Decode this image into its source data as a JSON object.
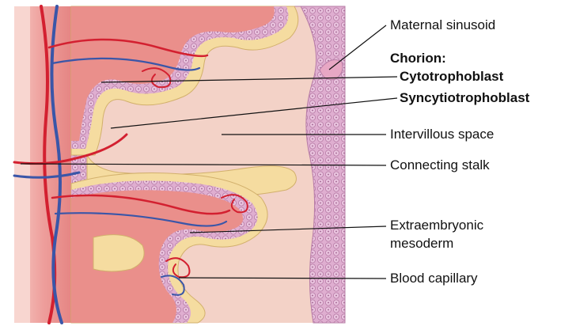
{
  "labels": {
    "maternal_sinusoid": "Maternal sinusoid",
    "chorion": "Chorion:",
    "cytotrophoblast": "Cytotrophoblast",
    "syncytiotrophoblast": "Syncytiotrophoblast",
    "intervillous_space": "Intervillous space",
    "connecting_stalk": "Connecting stalk",
    "extraembryonic_line1": "Extraembryonic",
    "extraembryonic_line2": "mesoderm",
    "blood_capillary": "Blood capillary"
  },
  "colors": {
    "intervillous_space": "#f2cfc4",
    "stalk_tissue": "#ec9a98",
    "villus_core": "#e88c88",
    "syncytiotrophoblast": "#f5dca0",
    "cytotrophoblast": "#d9a9c9",
    "artery": "#d32030",
    "vein": "#3a56a8",
    "leader_line": "#111111"
  }
}
